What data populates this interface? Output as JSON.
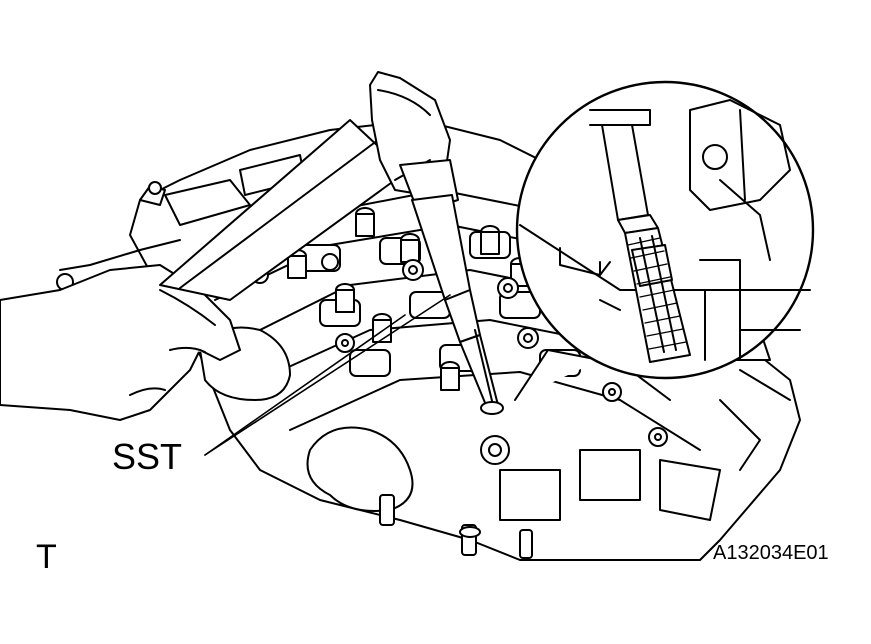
{
  "labels": {
    "tool": "SST",
    "view_mark": "T",
    "figure_code": "A132034E01"
  },
  "colors": {
    "line": "#000000",
    "background": "#ffffff"
  }
}
